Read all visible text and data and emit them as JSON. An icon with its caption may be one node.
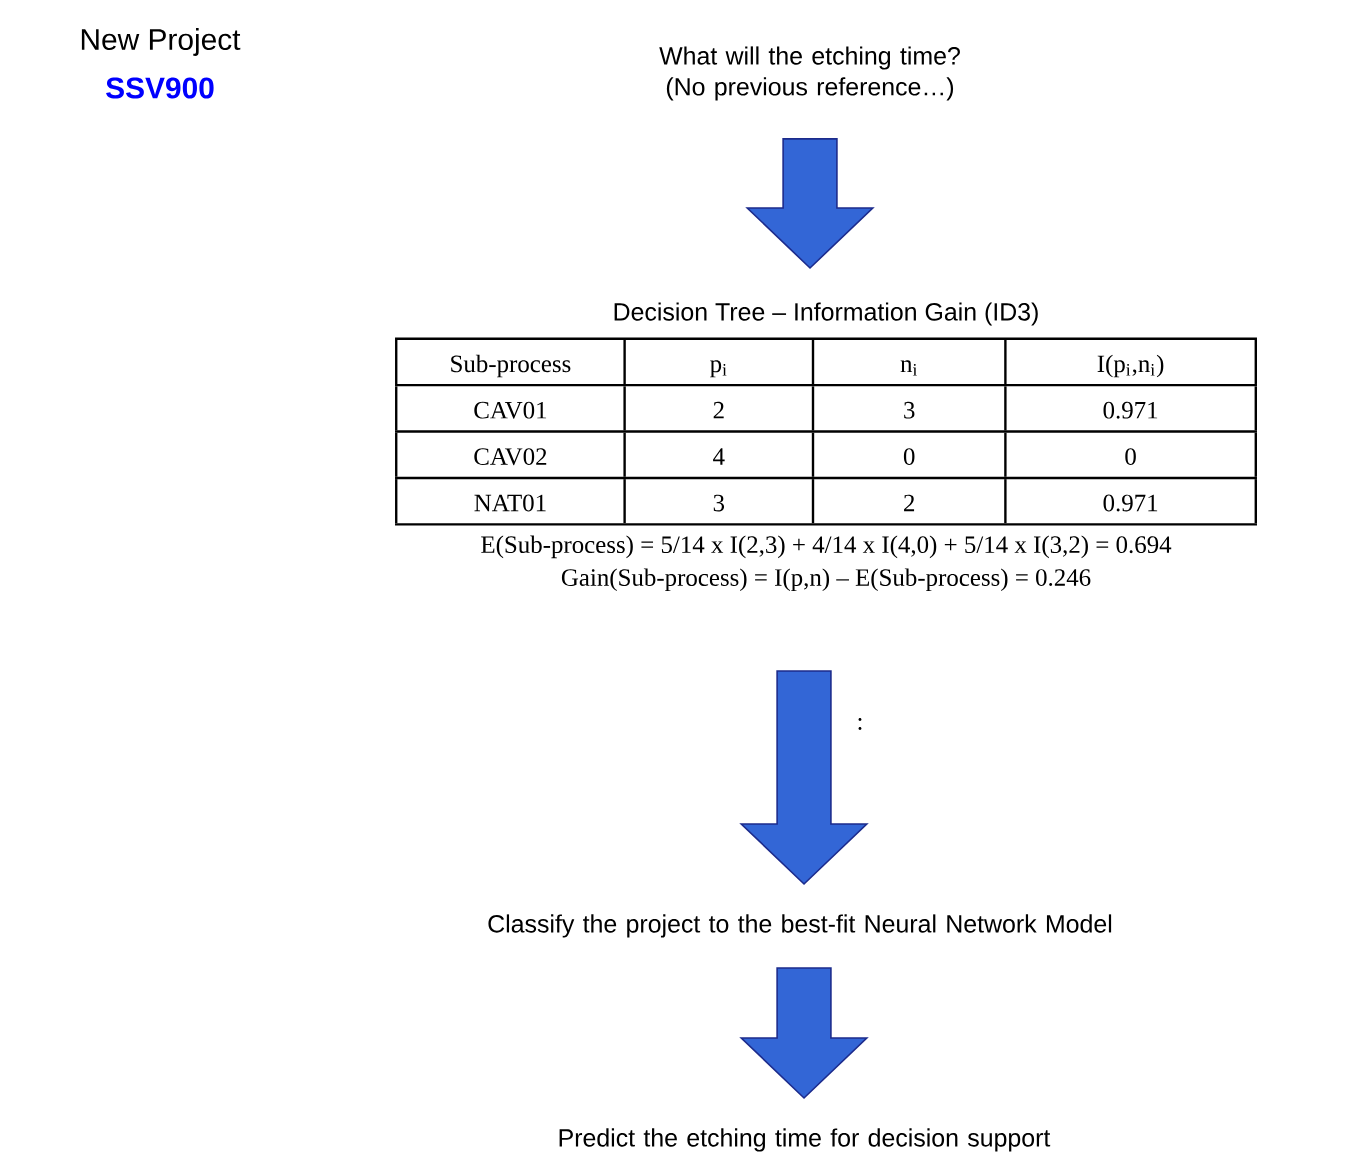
{
  "diagram": {
    "nodes": [
      {
        "text": [
          "What will the etching time? (No previous reference…)"
        ]
      },
      {
        "text": [
          "Decision Tree – Information Gain (ID3)",
          "E(Sub-process) = 5/14 x I(2,3) + 4/14 x I(4,0) + 5/14 x I(3,2) = 0.694",
          "Gain(Sub-process) = I(p,n) – E(Sub-process) = 0.246"
        ]
      },
      {
        "text": [
          "Classify the project to the best-fit Neural Network Model"
        ]
      },
      {
        "text": [
          "Predict the etching time for decision support"
        ]
      }
    ],
    "edges": [
      {
        "from": 0,
        "to": 1,
        "arrow": "to"
      },
      {
        "from": 1,
        "to": 2,
        "arrow": "to"
      },
      {
        "from": 2,
        "to": 3,
        "arrow": "to"
      }
    ],
    "labels": [
      "New Project",
      "SSV900",
      "Sub-process",
      "p$_{i}$",
      "n$_{i}$",
      "I(p$_{i}$,n$_{i}$)",
      "CAV01",
      "2",
      "3",
      "0.971",
      "CAV02",
      "4",
      "0",
      "0",
      "NAT01",
      "3",
      "2",
      "0.971",
      ":"
    ]
  }
}
